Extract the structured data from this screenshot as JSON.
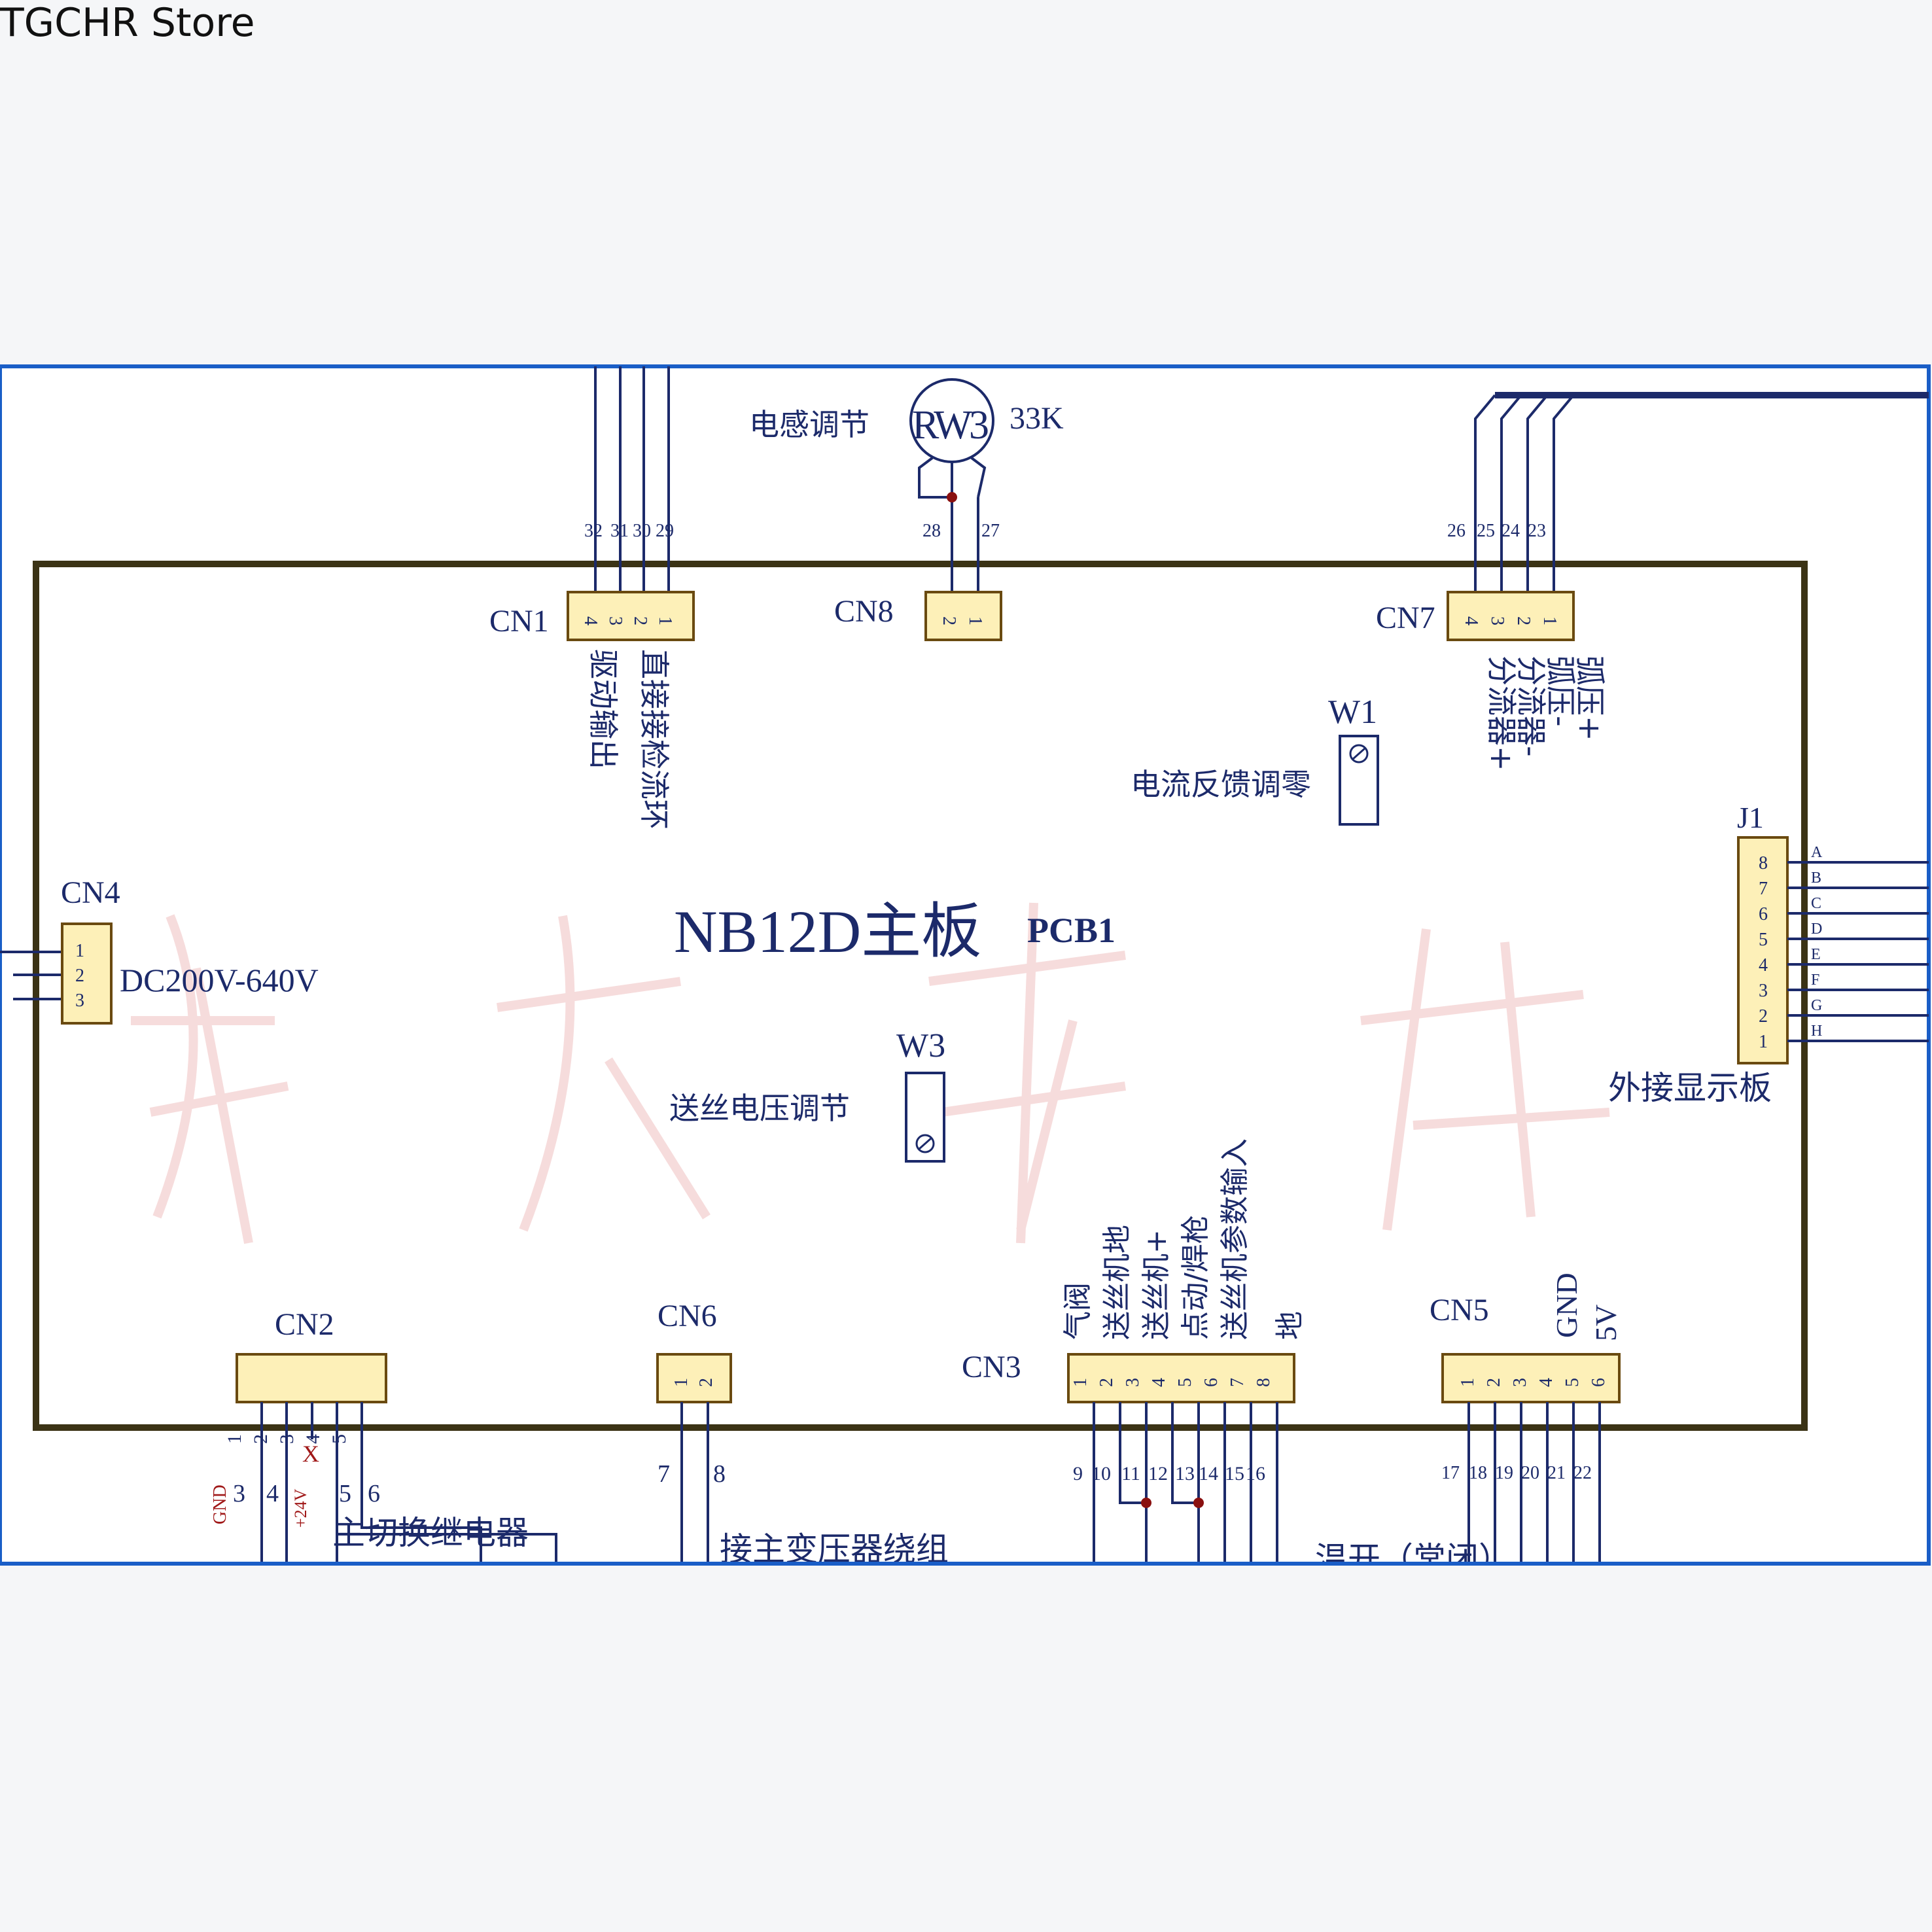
{
  "store_name": "TGCHR Store",
  "board": {
    "title": "NB12D主板",
    "pcb": "PCB1"
  },
  "connectors": {
    "cn1": {
      "label": "CN1",
      "pins": [
        "4",
        "3",
        "2",
        "1"
      ],
      "wire_numbers": [
        "32",
        "31",
        "30",
        "29"
      ],
      "desc_drive": "驱动输出",
      "desc_sense": "直接接检流环"
    },
    "cn8": {
      "label": "CN8",
      "pins": [
        "2",
        "1"
      ],
      "wire_numbers": [
        "28",
        "27"
      ]
    },
    "rw3": {
      "label": "RW3",
      "value": "33K",
      "desc": "电感调节"
    },
    "cn7": {
      "label": "CN7",
      "pins": [
        "4",
        "3",
        "2",
        "1"
      ],
      "wire_numbers": [
        "26",
        "25",
        "24",
        "23"
      ],
      "signals": [
        "弧压+",
        "弧压-",
        "分流器-",
        "分流器+"
      ]
    },
    "w1": {
      "label": "W1",
      "desc": "电流反馈调零"
    },
    "w3": {
      "label": "W3",
      "desc": "送丝电压调节"
    },
    "cn4": {
      "label": "CN4",
      "pins": [
        "1",
        "2",
        "3"
      ],
      "desc": "DC200V-640V"
    },
    "j1": {
      "label": "J1",
      "pins": [
        "8",
        "7",
        "6",
        "5",
        "4",
        "3",
        "2",
        "1"
      ],
      "letters": [
        "A",
        "B",
        "C",
        "D",
        "E",
        "F",
        "G",
        "H"
      ],
      "desc": "外接显示板"
    },
    "cn2": {
      "label": "CN2",
      "pins": [
        "1",
        "2",
        "3",
        "4",
        "5"
      ],
      "wire_numbers": [
        "3",
        "4",
        "5",
        "6"
      ],
      "gnd": "GND",
      "v24": "+24V",
      "mark": "X",
      "desc": "主切换继电器"
    },
    "cn6": {
      "label": "CN6",
      "pins": [
        "1",
        "2"
      ],
      "wire_numbers": [
        "7",
        "8"
      ],
      "desc": "接主变压器绕组"
    },
    "cn3": {
      "label": "CN3",
      "pins": [
        "1",
        "2",
        "3",
        "4",
        "5",
        "6",
        "7",
        "8"
      ],
      "wire_numbers": [
        "9",
        "10",
        "11",
        "12",
        "13",
        "14",
        "15",
        "16"
      ],
      "signals": [
        "气阀",
        "送丝机地",
        "送丝机+",
        "点动/焊枪",
        "送丝机参数输入",
        "地"
      ]
    },
    "cn5": {
      "label": "CN5",
      "pins": [
        "1",
        "2",
        "3",
        "4",
        "5",
        "6"
      ],
      "wire_numbers": [
        "17",
        "18",
        "19",
        "20",
        "21",
        "22"
      ],
      "gnd": "GND",
      "v5": "5V",
      "desc": "温开（常闭）"
    }
  },
  "colors": {
    "board_outline": "#3b3315",
    "connector_fill": "#fdf0b8",
    "wire": "#1c2a6a",
    "frame": "#1a5ec7"
  }
}
